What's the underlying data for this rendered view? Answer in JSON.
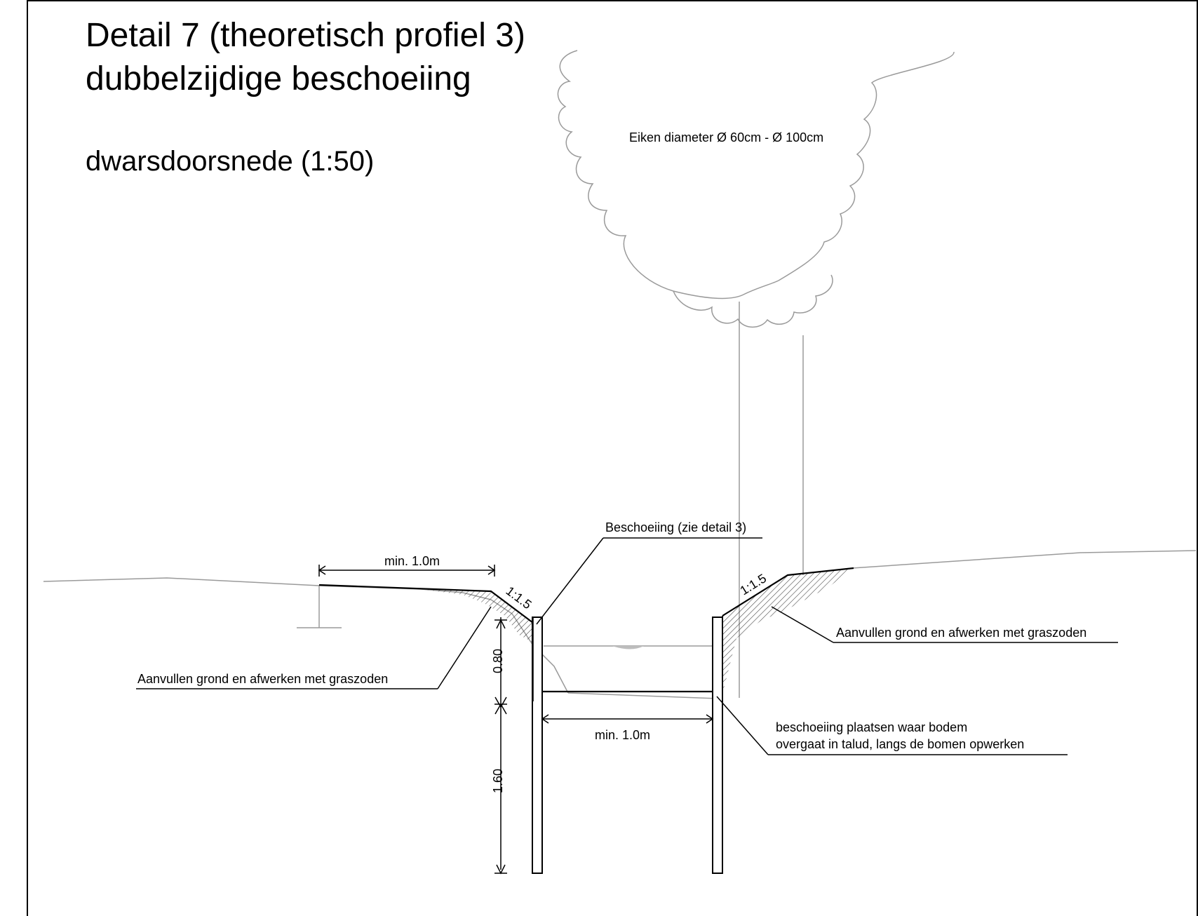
{
  "title": {
    "line1": "Detail 7 (theoretisch profiel 3)",
    "line2": "dubbelzijdige beschoeiing"
  },
  "subtitle": "dwarsdoorsnede (1:50)",
  "tree": {
    "label": "Eiken diameter Ø 60cm - Ø 100cm"
  },
  "annotations": {
    "beschoeiing": "Beschoeiing (zie detail 3)",
    "aanvullen_left": "Aanvullen grond en afwerken met graszoden",
    "aanvullen_right": "Aanvullen grond en afwerken met graszoden",
    "plaatsen_line1": "beschoeiing plaatsen waar bodem",
    "plaatsen_line2": "overgaat in talud, langs de bomen opwerken"
  },
  "dimensions": {
    "top_width": "min. 1.0m",
    "bottom_width": "min. 1.0m",
    "height_upper": "0.80",
    "height_lower": "1.60",
    "slope_left": "1:1.5",
    "slope_right": "1:1.5"
  }
}
